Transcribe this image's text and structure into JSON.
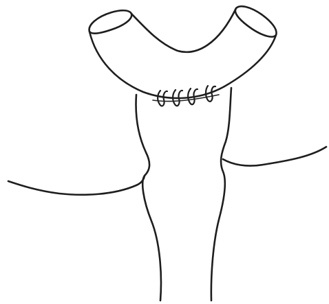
{
  "figure": {
    "kind": "line-drawing",
    "subject": "tubular-anastomosis",
    "ink_color": "#1e1e1e",
    "background_color": "#ffffff",
    "suture_count": 4
  }
}
